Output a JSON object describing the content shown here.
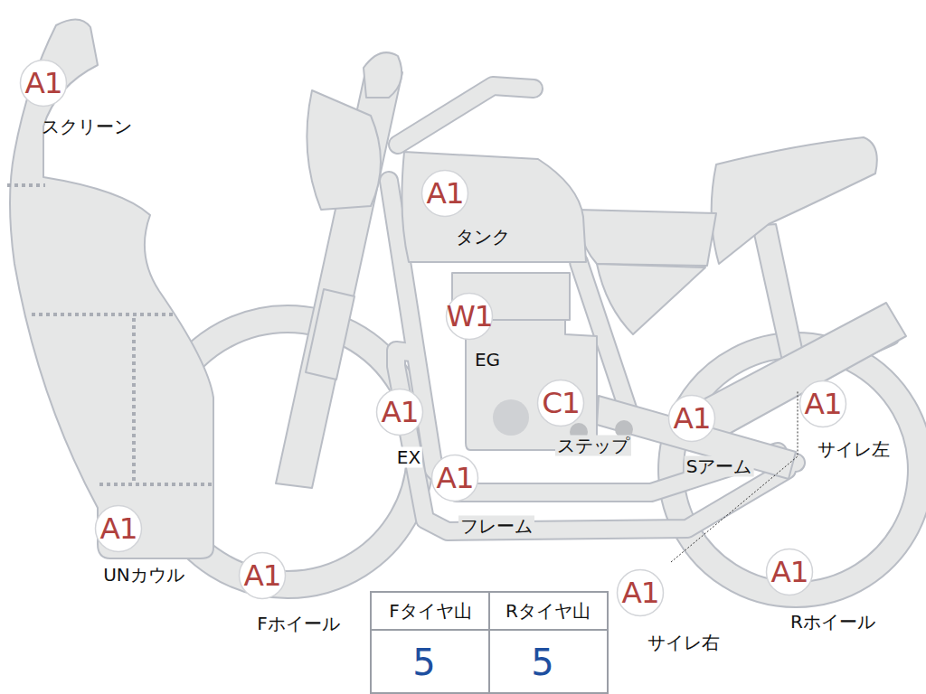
{
  "diagram": {
    "nodes": [
      {
        "text": [
          "A1",
          "スクリーン"
        ]
      },
      {
        "text": [
          "A1",
          "タンク"
        ]
      },
      {
        "text": [
          "W1",
          "EG"
        ]
      },
      {
        "text": [
          "A1",
          "EX"
        ]
      },
      {
        "text": [
          "C1",
          "ステップ"
        ]
      },
      {
        "text": [
          "A1",
          "Sアーム"
        ]
      },
      {
        "text": [
          "A1",
          "サイレ左"
        ]
      },
      {
        "text": [
          "A1",
          "フレーム"
        ]
      },
      {
        "text": [
          "A1",
          "UNカウル"
        ]
      },
      {
        "text": [
          "A1",
          "Fホイール"
        ]
      },
      {
        "text": [
          "A1",
          "サイレ右"
        ]
      },
      {
        "text": [
          "A1",
          "Rホイール"
        ]
      }
    ],
    "labels": [
      "Fタイヤ山",
      "Rタイヤ山",
      "5",
      "5"
    ]
  }
}
